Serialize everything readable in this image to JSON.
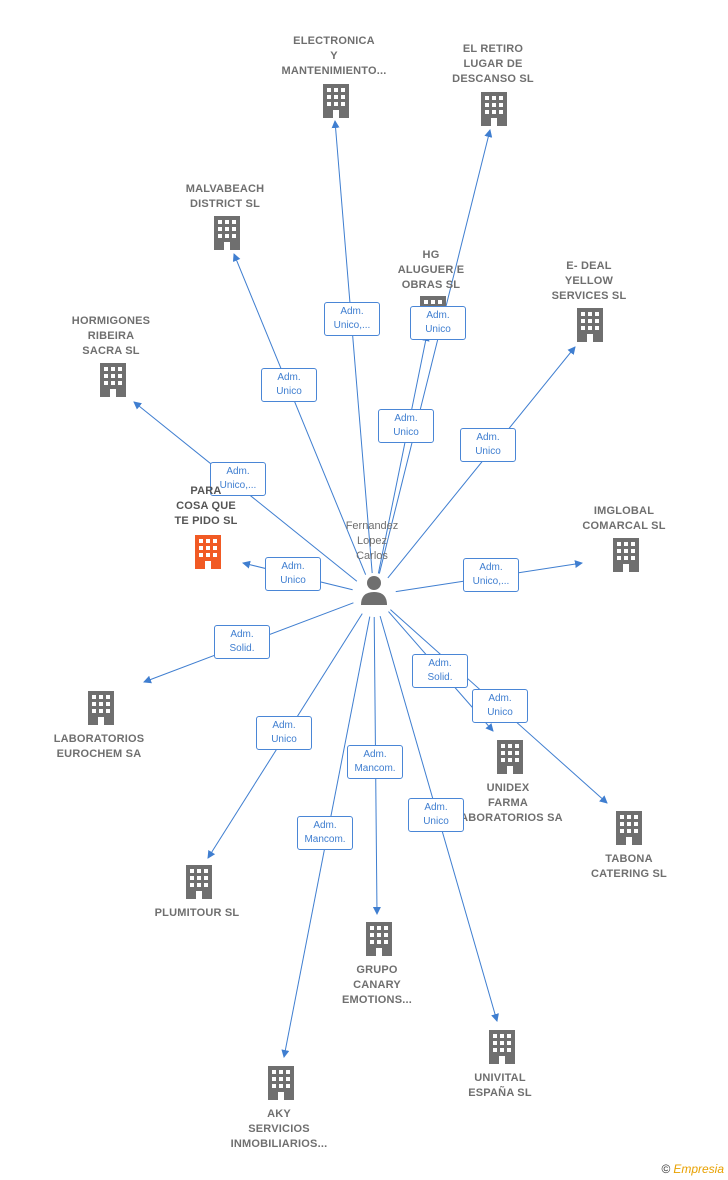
{
  "center": {
    "name": "Fernandez\nLopez\nCarlos",
    "icon": "person-icon"
  },
  "colors": {
    "edge": "#3f7ed0",
    "building": "#6f6f6f",
    "highlight": "#f15a24"
  },
  "companies": [
    {
      "id": "electronica",
      "name": "ELECTRONICA\nY\nMANTENIMIENTO...",
      "role": "Adm.\nUnico,...",
      "highlight": false
    },
    {
      "id": "el-retiro",
      "name": "EL RETIRO\nLUGAR DE\nDESCANSO SL",
      "role": "Adm.\nUnico",
      "highlight": false
    },
    {
      "id": "malvabeach",
      "name": "MALVABEACH\nDISTRICT  SL",
      "role": "Adm.\nUnico",
      "highlight": false
    },
    {
      "id": "hg-aluguer",
      "name": "HG\nALUGUER E\nOBRAS  SL",
      "role": "Adm.\nUnico",
      "highlight": false
    },
    {
      "id": "e-deal",
      "name": "E- DEAL\nYELLOW\nSERVICES  SL",
      "role": "Adm.\nUnico",
      "highlight": false
    },
    {
      "id": "hormigones",
      "name": "HORMIGONES\nRIBEIRA\nSACRA  SL",
      "role": "Adm.\nUnico,...",
      "highlight": false
    },
    {
      "id": "para-cosa",
      "name": "PARA\nCOSA QUE\nTE PIDO  SL",
      "role": "Adm.\nUnico",
      "highlight": true
    },
    {
      "id": "imglobal",
      "name": "IMGLOBAL\nCOMARCAL  SL",
      "role": "Adm.\nUnico,...",
      "highlight": false
    },
    {
      "id": "laboratorios",
      "name": "LABORATORIOS\nEUROCHEM SA",
      "role": "Adm.\nSolid.",
      "highlight": false
    },
    {
      "id": "unidex",
      "name": "UNIDEX\nFARMA\nLABORATORIOS SA",
      "role": "Adm.\nSolid.",
      "highlight": false
    },
    {
      "id": "tabona",
      "name": "TABONA\nCATERING SL",
      "role": "Adm.\nUnico",
      "highlight": false
    },
    {
      "id": "plumitour",
      "name": "PLUMITOUR SL",
      "role": "Adm.\nUnico",
      "highlight": false
    },
    {
      "id": "grupo-canary",
      "name": "GRUPO\nCANARY\nEMOTIONS...",
      "role": "Adm.\nMancom.",
      "highlight": false
    },
    {
      "id": "aky",
      "name": "AKY\nSERVICIOS\nINMOBILIARIOS...",
      "role": "Adm.\nMancom.",
      "highlight": false
    },
    {
      "id": "univital",
      "name": "UNIVITAL\nESPAÑA SL",
      "role": "Adm.\nUnico",
      "highlight": false
    }
  ],
  "footer": {
    "copyright": "©",
    "brand": "Empresia"
  }
}
